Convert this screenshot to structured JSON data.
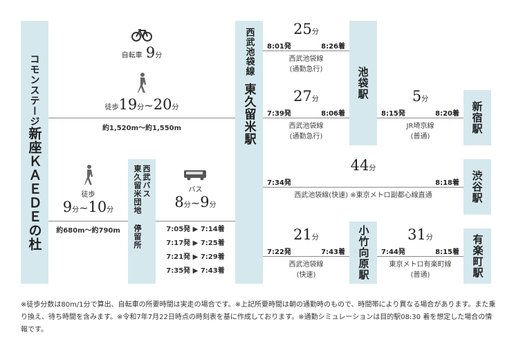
{
  "origin": {
    "small": "コモンステージ",
    "large": "新座ＫＡＥＤＥの杜"
  },
  "higashikurume": {
    "line": "西武池袋線",
    "station": "東久留米駅"
  },
  "top": {
    "bike_label": "自転車",
    "bike_min": "9",
    "walk_label": "徒歩",
    "walk_min1": "19",
    "walk_min2": "20",
    "unit": "分",
    "tilde": "~",
    "distance": "約1,520m～約1,550m"
  },
  "walk2": {
    "label": "徒歩",
    "min1": "9",
    "min2": "10",
    "distance": "約680m～約790m"
  },
  "bus_stop": {
    "col1": "西武バス",
    "col2": "東久留米団地 停留所"
  },
  "bus": {
    "label": "バス",
    "min1": "8",
    "min2": "9",
    "times": [
      "7:05発 ▶ 7:14着",
      "7:17発 ▶ 7:25着",
      "7:21発 ▶ 7:29着",
      "7:35発 ▶ 7:43着"
    ]
  },
  "stations": {
    "ikebukuro": "池袋駅",
    "shinjuku": "新宿駅",
    "shibuya": "渋谷駅",
    "kotake": "小竹向原駅",
    "yurakucho": "有楽町駅"
  },
  "routes": [
    {
      "min": "25",
      "dep": "8:01発",
      "arr": "8:26着",
      "line": "西武池袋線",
      "type": "(通勤急行)"
    },
    {
      "min": "27",
      "dep": "7:39発",
      "arr": "8:06着",
      "line": "西武池袋線",
      "type": "(通勤急行)"
    },
    {
      "min": "5",
      "dep": "8:15発",
      "arr": "8:20着",
      "line": "JR埼京線",
      "type": "(普通)"
    },
    {
      "min": "44",
      "dep": "7:34発",
      "arr": "8:18着",
      "line": "西武池袋線(快速) ※東京メトロ副都心線直通",
      "type": ""
    },
    {
      "min": "21",
      "dep": "7:22発",
      "arr": "7:43着",
      "line": "西武池袋線",
      "type": "(快速)"
    },
    {
      "min": "31",
      "dep": "7:44発",
      "arr": "8:15着",
      "line": "東京メトロ有楽町線",
      "type": "(普通)"
    }
  ],
  "unit": "分",
  "footnote": "※徒歩分数は80m/1分で算出、自転車の所要時間は実走の場合です。※上記所要時間は朝の通勤時のもので、時間帯により異なる場合があります。また乗り換え、待ち時間を含みます。※令和7年7月22日時点の時刻表を基に作成しております。※通勤シミュレーションは目的駅08:30 着を想定した場合の情報です。"
}
